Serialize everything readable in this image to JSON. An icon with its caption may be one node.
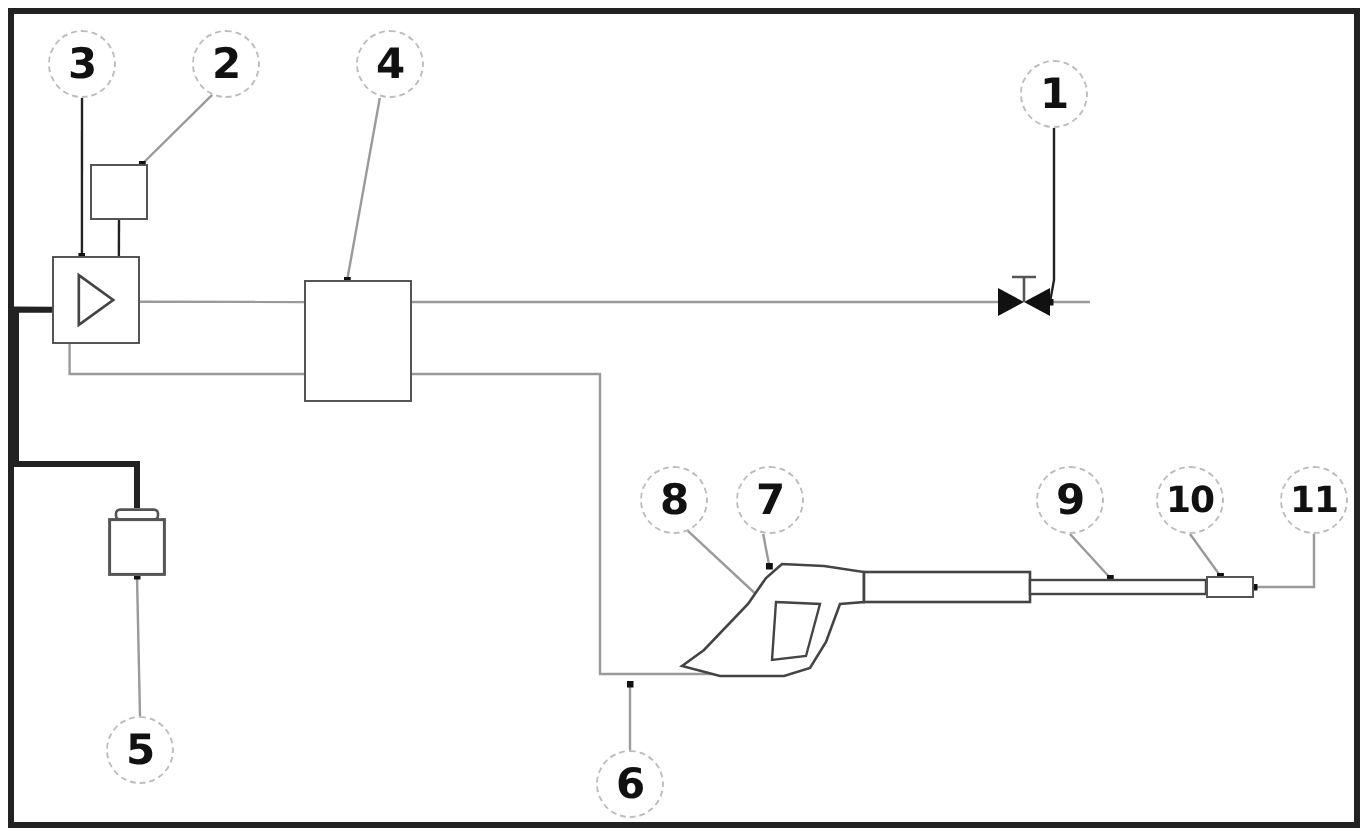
{
  "diagram": {
    "nodes": [
      {
        "text": [
          "1"
        ]
      },
      {
        "text": [
          "2"
        ]
      },
      {
        "text": [
          "3"
        ]
      },
      {
        "text": [
          "4"
        ]
      },
      {
        "text": [
          "5"
        ]
      },
      {
        "text": [
          "6"
        ]
      },
      {
        "text": [
          "7"
        ]
      },
      {
        "text": [
          "8"
        ]
      },
      {
        "text": [
          "9"
        ]
      },
      {
        "text": [
          "10"
        ]
      },
      {
        "text": [
          "11"
        ]
      },
      {
        "text": [],
        "shape": "box"
      },
      {
        "text": [],
        "shape": "pump"
      },
      {
        "text": [],
        "shape": "box"
      },
      {
        "text": [],
        "shape": "bottle"
      },
      {
        "text": [],
        "shape": "valve"
      },
      {
        "text": [],
        "shape": "picture"
      },
      {
        "text": [],
        "shape": "picture",
        "in": 16
      },
      {
        "text": [],
        "shape": "picture"
      },
      {
        "text": [],
        "shape": "box"
      }
    ],
    "edges": [
      {
        "from": 11,
        "to": 12,
        "arrow": "none",
        "color": "#222222"
      },
      {
        "from": 12,
        "to": 13,
        "arrow": "none"
      },
      {
        "from": 12,
        "to": 13,
        "arrow": "none"
      },
      {
        "from": 13,
        "to": 15,
        "arrow": "none"
      },
      {
        "from": 15,
        "to": null,
        "arrow": "none"
      },
      {
        "from": 13,
        "to": 16,
        "arrow": "none"
      },
      {
        "from": 12,
        "to": 14,
        "arrow": "none",
        "style": "thick",
        "color": "#222222"
      },
      {
        "from": 0,
        "to": 15,
        "arrow": "other",
        "color": "#222222"
      },
      {
        "from": 1,
        "to": 11,
        "arrow": "other"
      },
      {
        "from": 2,
        "to": 12,
        "arrow": "other",
        "color": "#222222"
      },
      {
        "from": 3,
        "to": 13,
        "arrow": "other"
      },
      {
        "from": 4,
        "to": 14,
        "arrow": "other"
      },
      {
        "from": 5,
        "to": null,
        "arrow": "other"
      },
      {
        "from": 6,
        "to": 16,
        "arrow": "other"
      },
      {
        "from": 7,
        "to": 17,
        "arrow": "other"
      },
      {
        "from": 8,
        "to": 18,
        "arrow": "other"
      },
      {
        "from": 9,
        "to": 19,
        "arrow": "other"
      },
      {
        "from": 10,
        "to": 19,
        "arrow": "other"
      }
    ]
  }
}
